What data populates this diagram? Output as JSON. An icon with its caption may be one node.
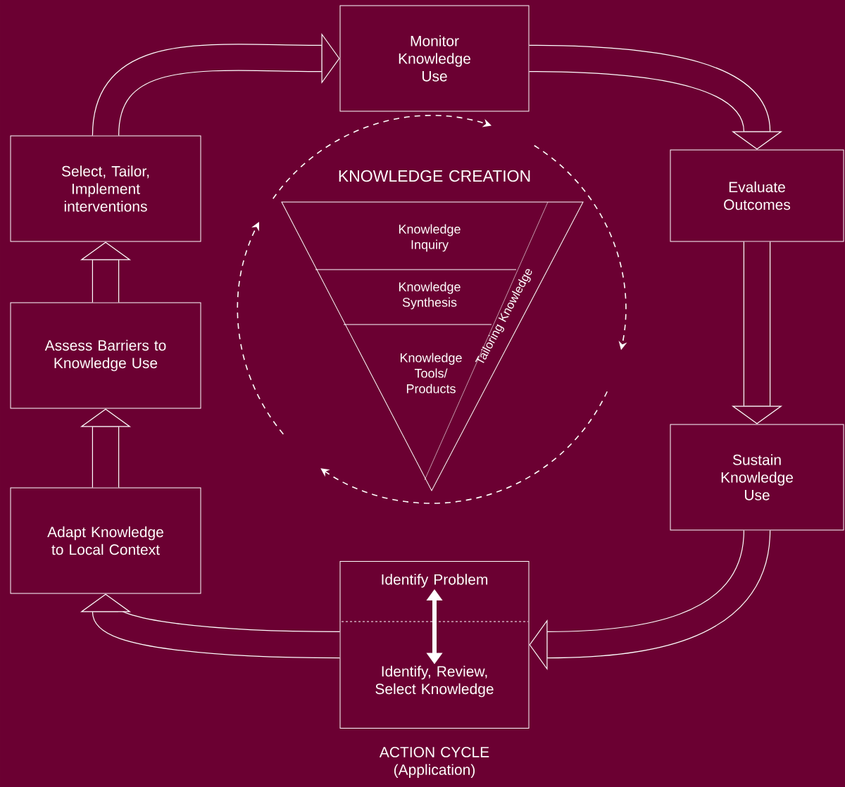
{
  "diagram": {
    "nodes": [
      {
        "text": [
          "Monitor Knowledge Use"
        ]
      },
      {
        "text": [
          "Evaluate Outcomes"
        ]
      },
      {
        "text": [
          "Sustain Knowledge Use"
        ]
      },
      {
        "text": [],
        "shape": "box"
      },
      {
        "text": [
          "Identify Problem"
        ],
        "in": 3
      },
      {
        "text": [
          "Identify, Review, Select Knowledge"
        ],
        "in": 3
      },
      {
        "text": [
          "Adapt Knowledge to Local Context"
        ]
      },
      {
        "text": [
          "Assess Barriers to Knowledge Use"
        ]
      },
      {
        "text": [
          "Select, Tailor, Implement interventions"
        ]
      },
      {
        "text": [
          "KNOWLEDGE CREATION"
        ]
      },
      {
        "text": [
          "Knowledge Inquiry"
        ],
        "in": 9
      },
      {
        "text": [
          "Knowledge Synthesis"
        ],
        "in": 9
      },
      {
        "text": [
          "Knowledge Tools/ Products"
        ],
        "in": 9
      },
      {
        "text": [
          "Tailoring Knowledge"
        ],
        "in": 9
      }
    ],
    "edges": [
      {
        "from": 8,
        "to": 0,
        "arrow": "to"
      },
      {
        "from": 0,
        "to": 1,
        "arrow": "to"
      },
      {
        "from": 1,
        "to": 2,
        "arrow": "to"
      },
      {
        "from": 2,
        "to": 3,
        "arrow": "to"
      },
      {
        "from": 3,
        "to": 6,
        "arrow": "to"
      },
      {
        "from": 6,
        "to": 7,
        "arrow": "to"
      },
      {
        "from": 7,
        "to": 8,
        "arrow": "to"
      },
      {
        "from": 4,
        "to": 5,
        "arrow": "both"
      }
    ],
    "labels": [
      "ACTION CYCLE (Application)"
    ]
  }
}
